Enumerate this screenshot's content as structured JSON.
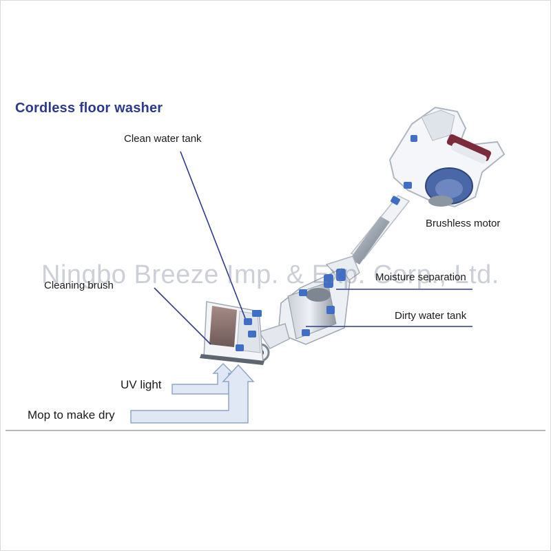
{
  "title": "Cordless floor washer",
  "labels": {
    "clean_water_tank": "Clean water tank",
    "brushless_motor": "Brushless motor",
    "cleaning_brush": "Cleaning brush",
    "moisture_separation": "Moisture separation",
    "dirty_water_tank": "Dirty water tank",
    "uv_light": "UV light",
    "mop_to_make_dry": "Mop to make dry"
  },
  "watermark": "Ningbo Breeze Imp. & Exp. Corp., Ltd.",
  "colors": {
    "title": "#2b3a8f",
    "leader_line": "#2d3a8c",
    "arrow_fill": "#dfe8f4",
    "arrow_stroke": "#8da6c6",
    "accent_blue": "#3e6fc4",
    "body_white": "#f4f6f9"
  }
}
